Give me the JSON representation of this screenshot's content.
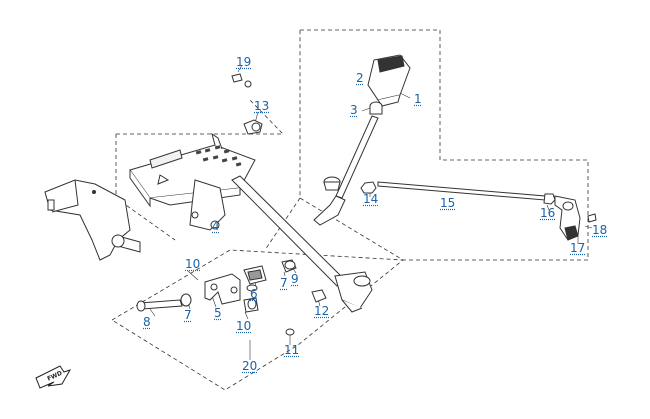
{
  "diagram": {
    "callouts": [
      {
        "id": "19",
        "label": "19"
      },
      {
        "id": "13",
        "label": "13"
      },
      {
        "id": "2",
        "label": "2"
      },
      {
        "id": "1",
        "label": "1"
      },
      {
        "id": "3",
        "label": "3"
      },
      {
        "id": "4",
        "label": "4"
      },
      {
        "id": "14",
        "label": "14"
      },
      {
        "id": "15",
        "label": "15"
      },
      {
        "id": "16",
        "label": "16"
      },
      {
        "id": "18",
        "label": "18"
      },
      {
        "id": "17",
        "label": "17"
      },
      {
        "id": "10a",
        "label": "10"
      },
      {
        "id": "6",
        "label": "6"
      },
      {
        "id": "7a",
        "label": "7"
      },
      {
        "id": "9",
        "label": "9"
      },
      {
        "id": "8",
        "label": "8"
      },
      {
        "id": "7b",
        "label": "7"
      },
      {
        "id": "5",
        "label": "5"
      },
      {
        "id": "10b",
        "label": "10"
      },
      {
        "id": "12",
        "label": "12"
      },
      {
        "id": "11",
        "label": "11"
      },
      {
        "id": "20",
        "label": "20"
      }
    ],
    "direction_marker": "FWD",
    "colors": {
      "callout": "#1a63a8",
      "line": "#333333"
    }
  }
}
